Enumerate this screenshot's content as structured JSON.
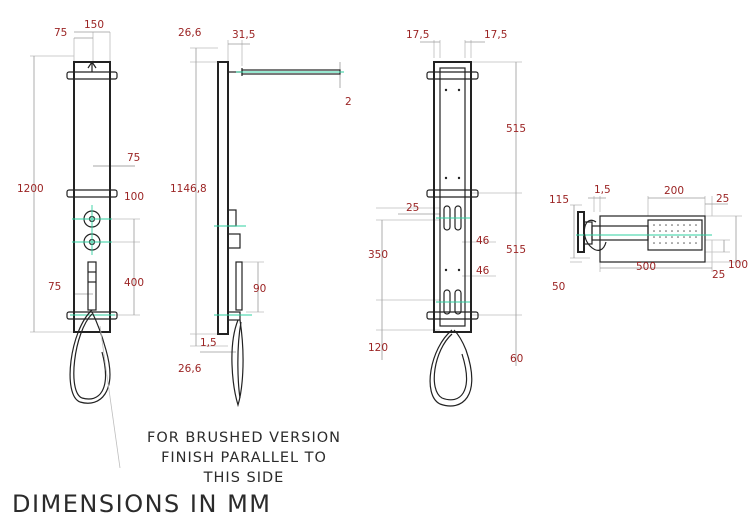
{
  "note": {
    "line1": "FOR BRUSHED VERSION",
    "line2": "FINISH PARALLEL TO",
    "line3": "THIS SIDE"
  },
  "title": "DIMENSIONS IN MM",
  "front_view": {
    "dims": {
      "top_offset": "75",
      "width": "150",
      "height": "1200",
      "mixer_offset": "75",
      "spacing_upper": "100",
      "spacing_lower": "400",
      "hand_offset": "75"
    }
  },
  "side_view": {
    "dims": {
      "top_gap": "26,6",
      "arm_offset": "31,5",
      "height": "1146,8",
      "head_thickness": "2",
      "hose_drop": "90",
      "base_gap": "1,5",
      "bottom_gap": "26,6"
    }
  },
  "back_view": {
    "dims": {
      "left_margin": "17,5",
      "right_margin": "17,5",
      "upper_section": "515",
      "lower_section": "515",
      "bracket_width": "25",
      "upper_slot_spacing": "46",
      "lower_slot_spacing": "46",
      "mount_height": "350",
      "bottom_offset": "120",
      "base_offset": "60"
    }
  },
  "top_view": {
    "dims": {
      "depth": "115",
      "gap": "1,5",
      "head_length": "200",
      "head_end": "25",
      "arm_length": "500",
      "head_side": "25",
      "head_width": "100",
      "base_depth": "50"
    }
  }
}
